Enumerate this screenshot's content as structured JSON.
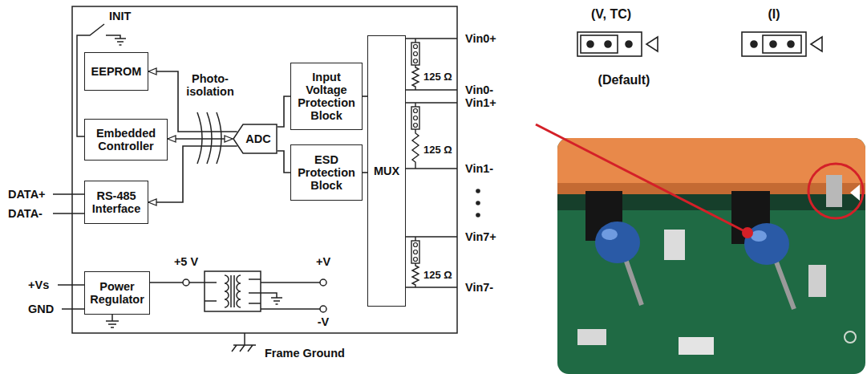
{
  "diagram": {
    "nodes": [
      {
        "text": [
          "EEPROM"
        ]
      },
      {
        "text": [
          "Embedded Controller"
        ]
      },
      {
        "text": [
          "RS-485 Interface"
        ]
      },
      {
        "text": [
          "ADC"
        ]
      },
      {
        "text": [
          "Input Voltage Protection Block"
        ]
      },
      {
        "text": [
          "ESD Protection Block"
        ]
      },
      {
        "text": [
          "MUX"
        ]
      },
      {
        "text": [
          "Power Regulator"
        ]
      }
    ],
    "edges": [
      {
        "from": 3,
        "to": 0,
        "arrow": "to"
      },
      {
        "from": 3,
        "to": 1,
        "arrow": "both"
      },
      {
        "from": 3,
        "to": 2,
        "arrow": "to"
      },
      {
        "from": 3,
        "to": 4,
        "arrow": "none"
      },
      {
        "from": 3,
        "to": 5,
        "arrow": "none"
      },
      {
        "from": 4,
        "to": 6,
        "arrow": "none"
      },
      {
        "from": 5,
        "to": 6,
        "arrow": "none"
      }
    ],
    "labels": [
      "INIT",
      "Photo- isolation",
      "+5 V",
      "+V",
      "-V",
      "Vin0+",
      "125 Ω",
      "Vin0-",
      "Vin1+",
      "125 Ω",
      "Vin1-",
      "Vin7+",
      "125 Ω",
      "Vin7-",
      "DATA+",
      "DATA-",
      "+Vs",
      "GND",
      "Frame Ground",
      "(V, TC)",
      "(I)",
      "(Default)"
    ]
  }
}
